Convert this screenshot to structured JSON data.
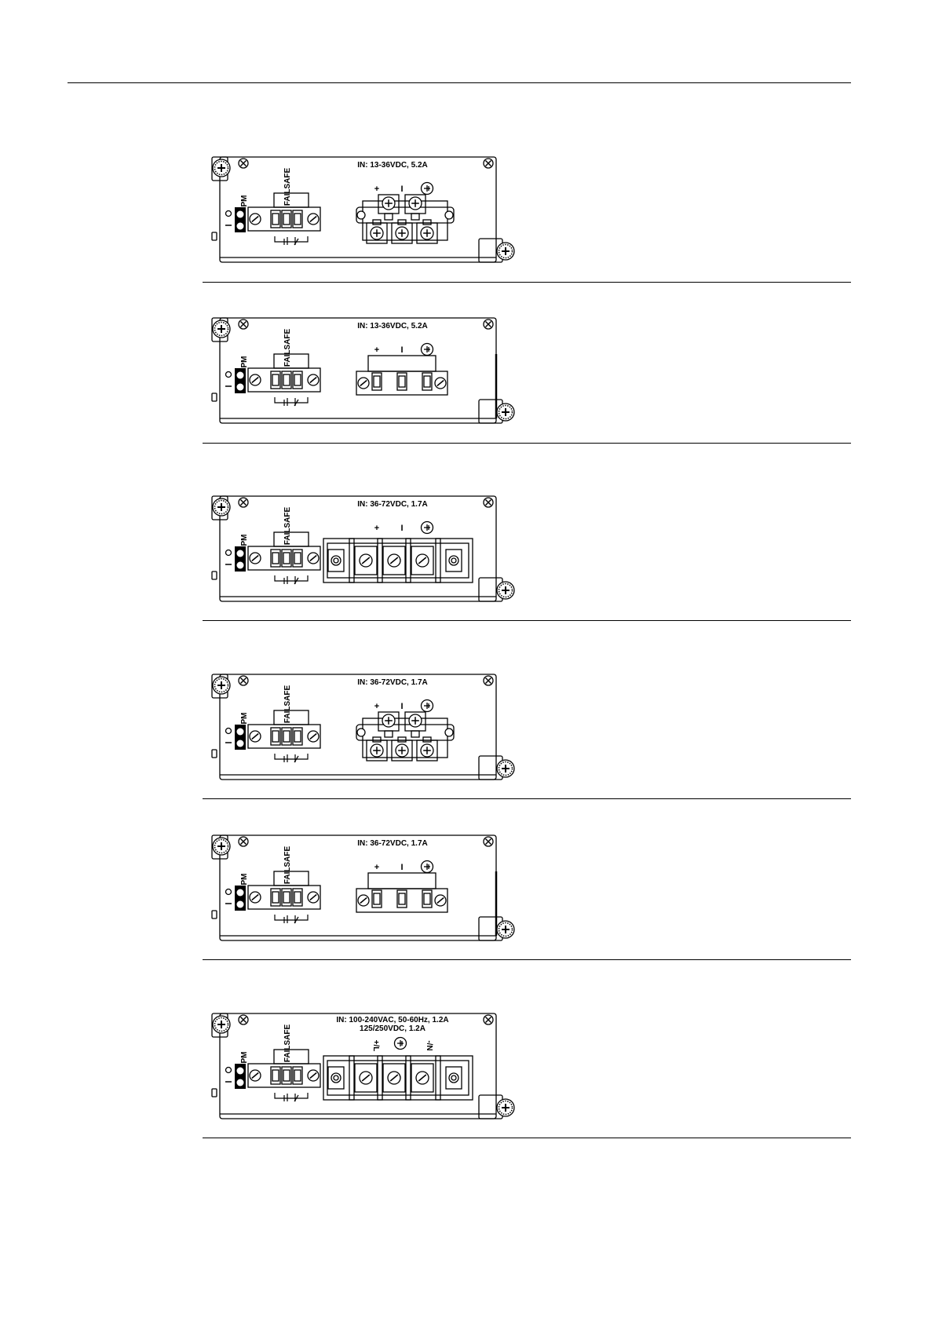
{
  "panels": [
    {
      "id": "pm-13-36vdc-a",
      "rating": "IN: 13-36VDC, 5.2A",
      "rating2": "",
      "failsafe": "FAILSAFE",
      "pm": "PM",
      "pos_label": "+",
      "neg_label": "I",
      "terminal": "screw-clamp-6"
    },
    {
      "id": "pm-13-36vdc-b",
      "rating": "IN: 13-36VDC, 5.2A",
      "rating2": "",
      "failsafe": "FAILSAFE",
      "pm": "PM",
      "pos_label": "+",
      "neg_label": "I",
      "terminal": "plug-3"
    },
    {
      "id": "pm-36-72vdc-a",
      "rating": "IN: 36-72VDC, 1.7A",
      "rating2": "",
      "failsafe": "FAILSAFE",
      "pm": "PM",
      "pos_label": "+",
      "neg_label": "I",
      "terminal": "barrier-strip"
    },
    {
      "id": "pm-36-72vdc-b",
      "rating": "IN: 36-72VDC, 1.7A",
      "rating2": "",
      "failsafe": "FAILSAFE",
      "pm": "PM",
      "pos_label": "+",
      "neg_label": "I",
      "terminal": "screw-clamp-6"
    },
    {
      "id": "pm-36-72vdc-c",
      "rating": "IN: 36-72VDC, 1.7A",
      "rating2": "",
      "failsafe": "FAILSAFE",
      "pm": "PM",
      "pos_label": "+",
      "neg_label": "I",
      "terminal": "plug-3"
    },
    {
      "id": "pm-100-240vac",
      "rating": "IN: 100-240VAC, 50-60Hz, 1.2A",
      "rating2": "125/250VDC, 1.2A",
      "failsafe": "FAILSAFE",
      "pm": "PM",
      "pos_label": "+/L",
      "neg_label": "-/N",
      "terminal": "barrier-strip-ac"
    }
  ],
  "icons": {
    "ground": "ground-icon",
    "screw": "screw-icon",
    "led": "led-icon",
    "relay_contact": "relay-contact-icon"
  }
}
